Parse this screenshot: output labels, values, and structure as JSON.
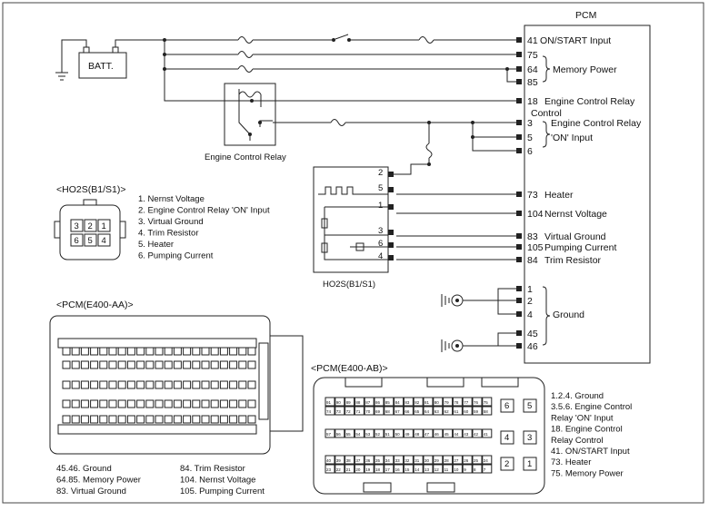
{
  "pcm": {
    "title": "PCM",
    "pins": [
      {
        "num": "41",
        "label": "ON/START Input"
      },
      {
        "num": "75",
        "label": ""
      },
      {
        "num": "64",
        "label": "Memory Power"
      },
      {
        "num": "85",
        "label": ""
      },
      {
        "num": "18",
        "label": "Engine Control Relay"
      },
      {
        "num": "",
        "label": "Control"
      },
      {
        "num": "3",
        "label": "Engine Control Relay"
      },
      {
        "num": "5",
        "label": "'ON' Input"
      },
      {
        "num": "6",
        "label": ""
      },
      {
        "num": "73",
        "label": "Heater"
      },
      {
        "num": "104",
        "label": "Nernst Voltage"
      },
      {
        "num": "83",
        "label": "Virtual Ground"
      },
      {
        "num": "105",
        "label": "Pumping Current"
      },
      {
        "num": "84",
        "label": "Trim Resistor"
      },
      {
        "num": "1",
        "label": ""
      },
      {
        "num": "2",
        "label": ""
      },
      {
        "num": "4",
        "label": "Ground"
      },
      {
        "num": "45",
        "label": ""
      },
      {
        "num": "46",
        "label": ""
      }
    ]
  },
  "battery": {
    "label": "BATT."
  },
  "relay": {
    "label": "Engine Control Relay"
  },
  "sensor": {
    "label": "HO2S(B1/S1)",
    "pins": [
      "2",
      "5",
      "1",
      "3",
      "6",
      "4"
    ]
  },
  "ho2s_connector": {
    "title": "<HO2S(B1/S1)>",
    "cells": [
      "3",
      "2",
      "1",
      "6",
      "5",
      "4"
    ],
    "legend": [
      "1. Nernst Voltage",
      "2. Engine Control Relay 'ON' Input",
      "3. Virtual Ground",
      "4. Trim Resistor",
      "5. Heater",
      "6. Pumping Current"
    ]
  },
  "pcm_aa": {
    "title": "<PCM(E400-AA)>",
    "legend_left": [
      "45.46. Ground",
      "64.85. Memory Power",
      "83. Virtual Ground"
    ],
    "legend_right": [
      "84. Trim Resistor",
      "104. Nernst Voltage",
      "105. Pumping Current"
    ]
  },
  "pcm_ab": {
    "title": "<PCM(E400-AB)>",
    "rows": [
      [
        "91",
        "90",
        "89",
        "88",
        "87",
        "86",
        "85",
        "84",
        "83",
        "82",
        "81",
        "80",
        "79",
        "78",
        "77",
        "76",
        "75"
      ],
      [
        "74",
        "73",
        "72",
        "71",
        "70",
        "69",
        "68",
        "67",
        "66",
        "65",
        "64",
        "63",
        "62",
        "61",
        "60",
        "59",
        "58"
      ],
      [
        "57",
        "56",
        "55",
        "54",
        "53",
        "52",
        "51",
        "50",
        "49",
        "48",
        "47",
        "46",
        "45",
        "44",
        "43",
        "42",
        "41"
      ],
      [
        "40",
        "39",
        "38",
        "37",
        "36",
        "35",
        "34",
        "33",
        "32",
        "31",
        "30",
        "29",
        "28",
        "27",
        "26",
        "25",
        "24"
      ],
      [
        "23",
        "22",
        "21",
        "20",
        "19",
        "18",
        "17",
        "16",
        "15",
        "14",
        "13",
        "12",
        "11",
        "10",
        "9",
        "8",
        "7"
      ]
    ],
    "side_cells": [
      "6",
      "5",
      "4",
      "3",
      "2",
      "1"
    ],
    "legend": [
      "1.2.4. Ground",
      "3.5.6. Engine Control",
      "Relay 'ON' Input",
      "18. Engine Control",
      "Relay Control",
      "41. ON/START Input",
      "73. Heater",
      "75. Memory Power"
    ]
  }
}
